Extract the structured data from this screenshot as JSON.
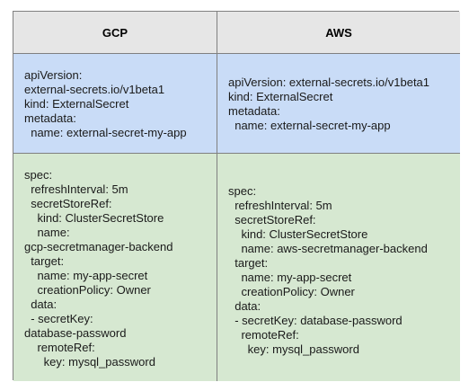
{
  "table": {
    "headers": {
      "gcp": "GCP",
      "aws": "AWS"
    },
    "gcp": {
      "metadata_block": "apiVersion:\nexternal-secrets.io/v1beta1\nkind: ExternalSecret\nmetadata:\n  name: external-secret-my-app",
      "spec_block": "spec:\n  refreshInterval: 5m\n  secretStoreRef:\n    kind: ClusterSecretStore\n    name:\ngcp-secretmanager-backend\n  target:\n    name: my-app-secret\n    creationPolicy: Owner\n  data:\n  - secretKey:\ndatabase-password\n    remoteRef:\n      key: mysql_password"
    },
    "aws": {
      "metadata_block": "apiVersion: external-secrets.io/v1beta1\nkind: ExternalSecret\nmetadata:\n  name: external-secret-my-app",
      "spec_block": "spec:\n  refreshInterval: 5m\n  secretStoreRef:\n    kind: ClusterSecretStore\n    name: aws-secretmanager-backend\n  target:\n    name: my-app-secret\n    creationPolicy: Owner\n  data:\n  - secretKey: database-password\n    remoteRef:\n      key: mysql_password"
    },
    "colors": {
      "header_bg": "#e6e6e6",
      "metadata_bg": "#c9dcf7",
      "spec_bg": "#d6e8d1",
      "border": "#808080"
    }
  }
}
